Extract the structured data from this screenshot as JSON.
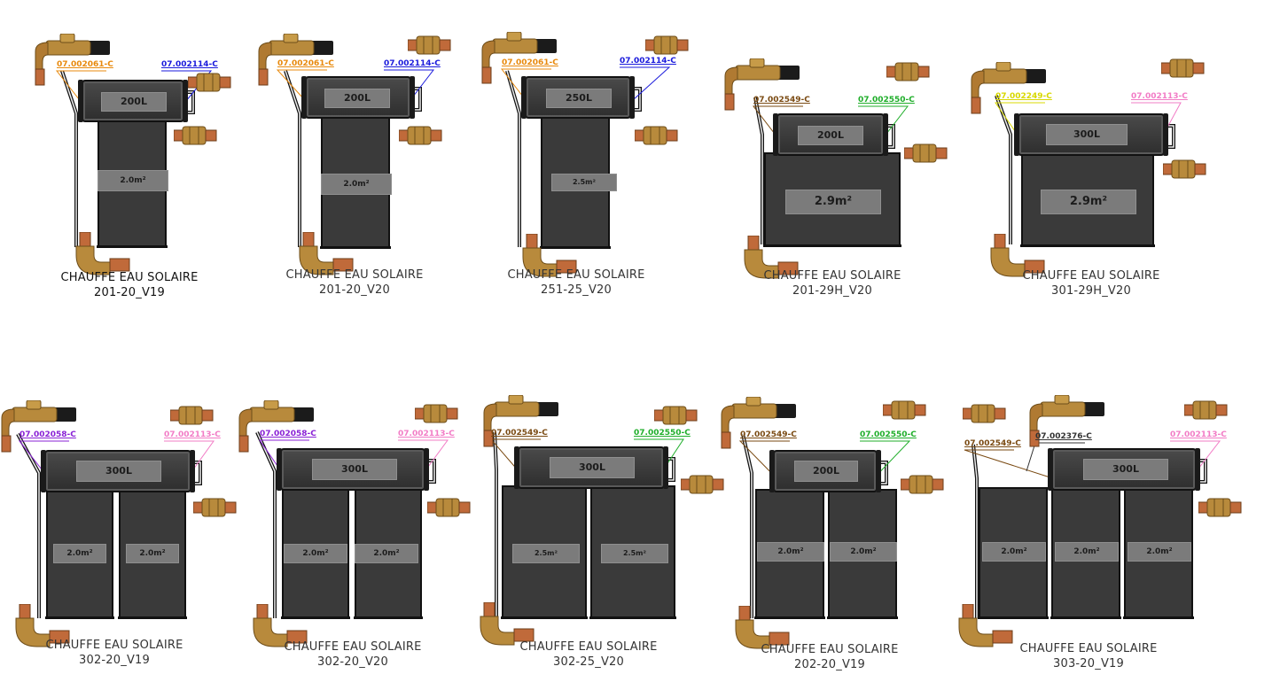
{
  "colors": {
    "orange": "#e8890c",
    "blue": "#1a1adc",
    "green": "#1fae2a",
    "brown": "#7a4a12",
    "yellow": "#d8d800",
    "pink": "#f27cc6",
    "purple": "#8a22d6",
    "gray": "#333333"
  },
  "icons": [
    "brass-valve-icon",
    "brass-union-icon",
    "brass-elbow-icon",
    "copper-pipe-icon"
  ],
  "units": [
    {
      "caption_line1": "CHAUFFE EAU SOLAIRE",
      "caption_line2": "201-20_V19",
      "tank": "200L",
      "panels": [
        "2.0m²"
      ],
      "code_left": "07.002061-C",
      "code_left_color": "orange",
      "code_right": "07.002114-C",
      "code_right_color": "blue"
    },
    {
      "caption_line1": "CHAUFFE EAU SOLAIRE",
      "caption_line2": "201-20_V20",
      "tank": "200L",
      "panels": [
        "2.0m²"
      ],
      "code_left": "07.002061-C",
      "code_left_color": "orange",
      "code_right": "07.002114-C",
      "code_right_color": "blue"
    },
    {
      "caption_line1": "CHAUFFE EAU SOLAIRE",
      "caption_line2": "251-25_V20",
      "tank": "250L",
      "panels": [
        "2.5m²"
      ],
      "code_left": "07.002061-C",
      "code_left_color": "orange",
      "code_right": "07.002114-C",
      "code_right_color": "blue"
    },
    {
      "caption_line1": "CHAUFFE EAU SOLAIRE",
      "caption_line2": "201-29H_V20",
      "tank": "200L",
      "panels": [
        "2.9m²"
      ],
      "code_left": "07.002549-C",
      "code_left_color": "brown",
      "code_right": "07.002550-C",
      "code_right_color": "green"
    },
    {
      "caption_line1": "CHAUFFE EAU SOLAIRE",
      "caption_line2": "301-29H_V20",
      "tank": "300L",
      "panels": [
        "2.9m²"
      ],
      "code_left": "07.002249-C",
      "code_left_color": "yellow",
      "code_right": "07.002113-C",
      "code_right_color": "pink"
    },
    {
      "caption_line1": "CHAUFFE EAU SOLAIRE",
      "caption_line2": "302-20_V19",
      "tank": "300L",
      "panels": [
        "2.0m²",
        "2.0m²"
      ],
      "code_left": "07.002058-C",
      "code_left_color": "purple",
      "code_right": "07.002113-C",
      "code_right_color": "pink"
    },
    {
      "caption_line1": "CHAUFFE EAU SOLAIRE",
      "caption_line2": "302-20_V20",
      "tank": "300L",
      "panels": [
        "2.0m²",
        "2.0m²"
      ],
      "code_left": "07.002058-C",
      "code_left_color": "purple",
      "code_right": "07.002113-C",
      "code_right_color": "pink"
    },
    {
      "caption_line1": "CHAUFFE EAU SOLAIRE",
      "caption_line2": "302-25_V20",
      "tank": "300L",
      "panels": [
        "2.5m²",
        "2.5m²"
      ],
      "code_left": "07.002549-C",
      "code_left_color": "brown",
      "code_right": "07.002550-C",
      "code_right_color": "green"
    },
    {
      "caption_line1": "CHAUFFE EAU SOLAIRE",
      "caption_line2": "202-20_V19",
      "tank": "200L",
      "panels": [
        "2.0m²",
        "2.0m²"
      ],
      "code_left": "07.002549-C",
      "code_left_color": "brown",
      "code_right": "07.002550-C",
      "code_right_color": "green"
    },
    {
      "caption_line1": "CHAUFFE EAU SOLAIRE",
      "caption_line2": "303-20_V19",
      "tank": "300L",
      "panels": [
        "2.0m²",
        "2.0m²",
        "2.0m²"
      ],
      "code_left": "07.002549-C",
      "code_left_color": "brown",
      "code_mid": "07.002376-C",
      "code_mid_color": "gray",
      "code_right": "07.002113-C",
      "code_right_color": "pink"
    }
  ]
}
